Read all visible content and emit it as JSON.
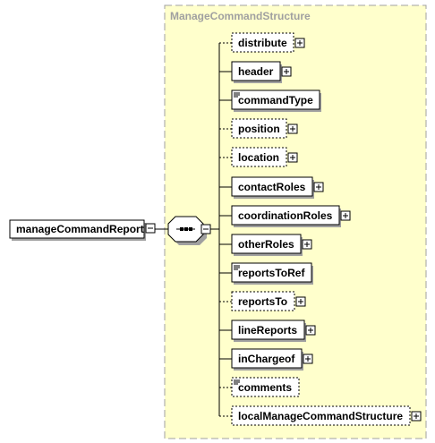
{
  "container": {
    "title": "ManageCommandStructure"
  },
  "root": {
    "label": "manageCommandReport"
  },
  "elements": [
    {
      "label": "distribute",
      "optional": true,
      "expandable": true,
      "simple": false
    },
    {
      "label": "header",
      "optional": false,
      "expandable": true,
      "simple": false
    },
    {
      "label": "commandType",
      "optional": false,
      "expandable": false,
      "simple": true
    },
    {
      "label": "position",
      "optional": true,
      "expandable": true,
      "simple": false
    },
    {
      "label": "location",
      "optional": true,
      "expandable": true,
      "simple": false
    },
    {
      "label": "contactRoles",
      "optional": false,
      "expandable": true,
      "simple": false
    },
    {
      "label": "coordinationRoles",
      "optional": false,
      "expandable": true,
      "simple": false
    },
    {
      "label": "otherRoles",
      "optional": false,
      "expandable": true,
      "simple": false
    },
    {
      "label": "reportsToRef",
      "optional": false,
      "expandable": false,
      "simple": true
    },
    {
      "label": "reportsTo",
      "optional": true,
      "expandable": true,
      "simple": false
    },
    {
      "label": "lineReports",
      "optional": false,
      "expandable": true,
      "simple": false
    },
    {
      "label": "inChargeof",
      "optional": false,
      "expandable": true,
      "simple": false
    },
    {
      "label": "comments",
      "optional": true,
      "expandable": false,
      "simple": true
    },
    {
      "label": "localManageCommandStructure",
      "optional": true,
      "expandable": true,
      "simple": false
    }
  ],
  "colors": {
    "container_fill": "#ffffcc",
    "container_border": "#a0a0a0"
  }
}
